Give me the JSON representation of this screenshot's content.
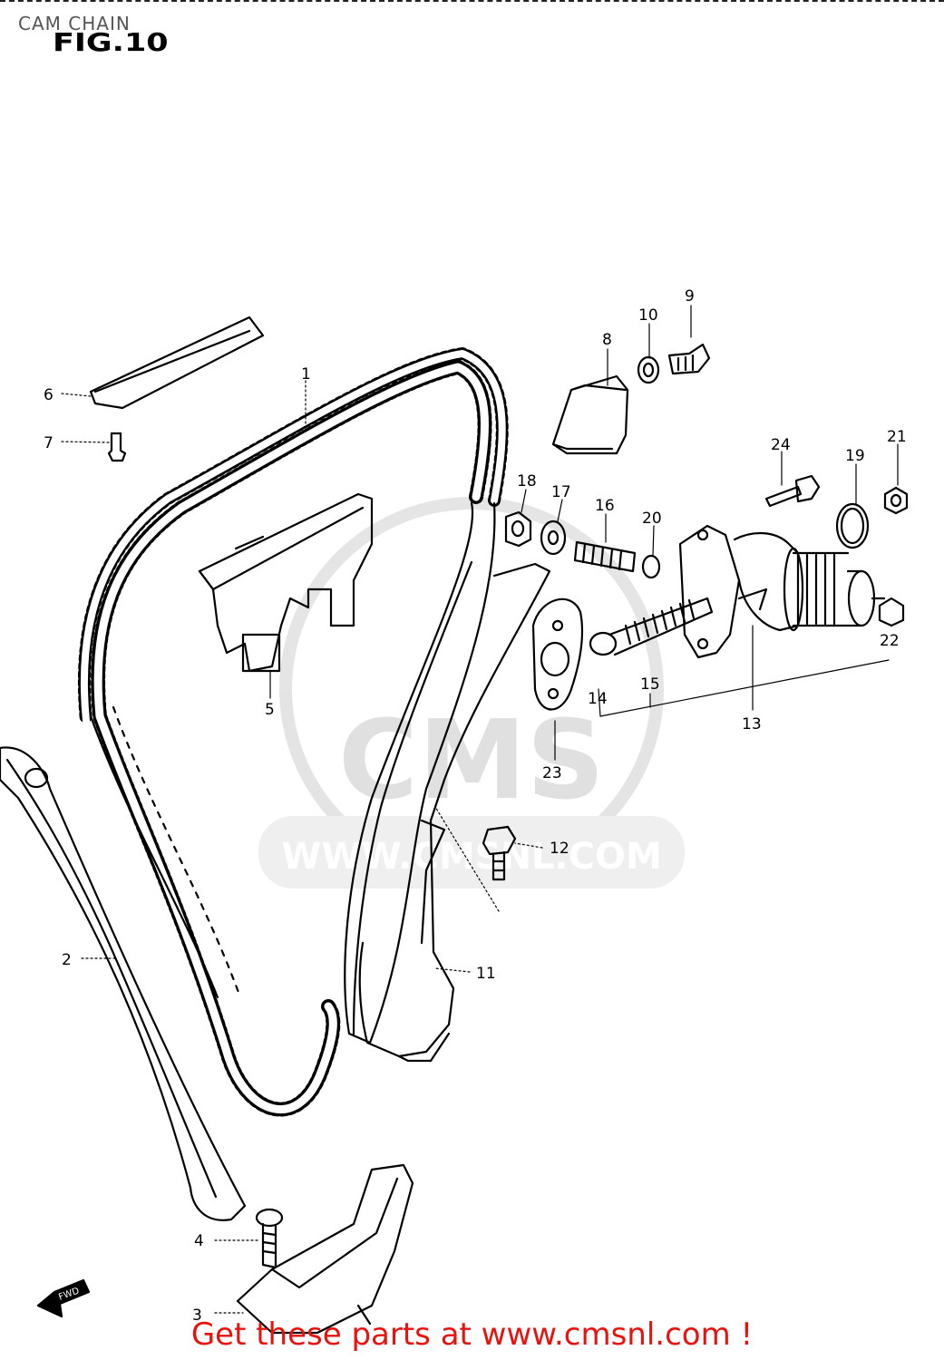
{
  "page": {
    "title": "CAM CHAIN",
    "figure": "FIG.10"
  },
  "callouts": {
    "p1": "1",
    "p2": "2",
    "p3": "3",
    "p4": "4",
    "p5": "5",
    "p6": "6",
    "p7": "7",
    "p8": "8",
    "p9": "9",
    "p10": "10",
    "p11": "11",
    "p12": "12",
    "p13": "13",
    "p14": "14",
    "p15": "15",
    "p16": "16",
    "p17": "17",
    "p18": "18",
    "p19": "19",
    "p20": "20",
    "p21": "21",
    "p22": "22",
    "p23": "23",
    "p24": "24"
  },
  "watermark": {
    "logo": "CMS",
    "url": "WWW.CMSNL.COM"
  },
  "direction_marker": "FWD",
  "footer": {
    "text": "Get these parts at www.cmsnl.com !"
  }
}
